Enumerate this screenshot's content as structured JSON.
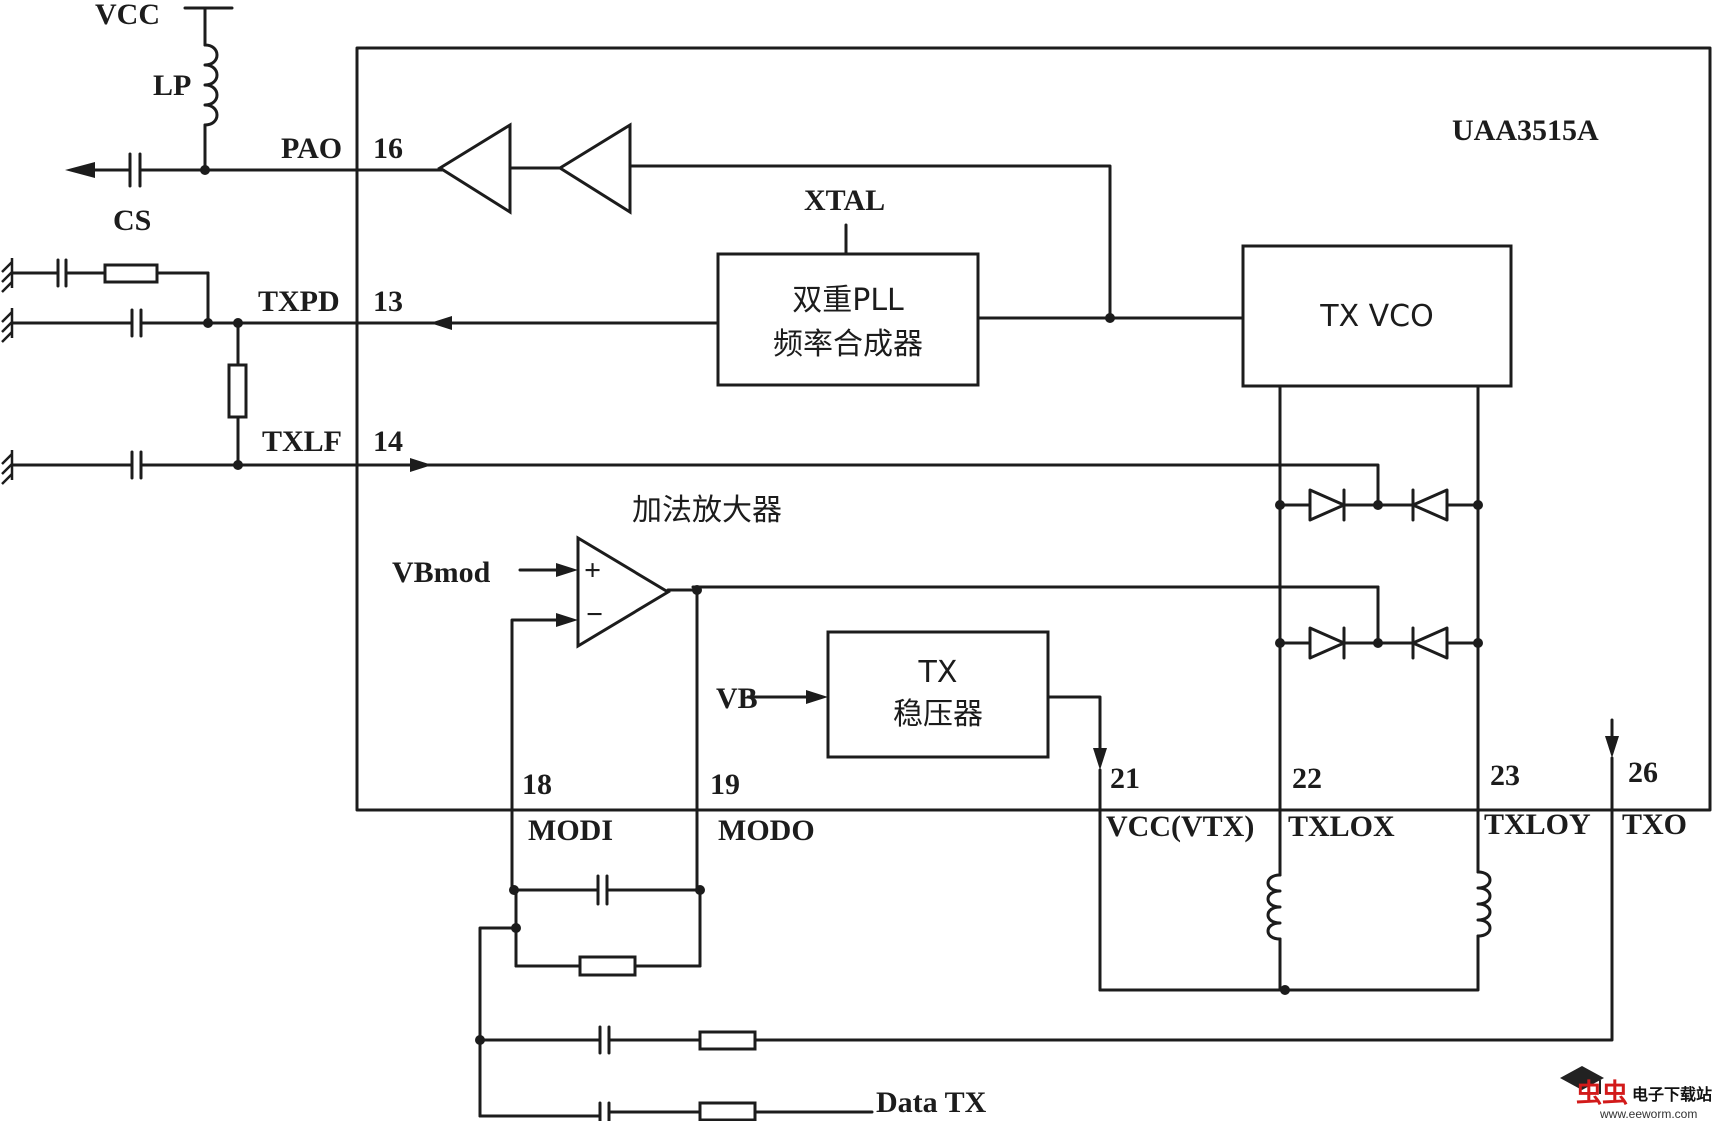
{
  "chip": {
    "name": "UAA3515A"
  },
  "supply": {
    "vcc": "VCC",
    "lp": "LP",
    "cs": "CS"
  },
  "pins": {
    "pao": {
      "name": "PAO",
      "num": "16"
    },
    "txpd": {
      "name": "TXPD",
      "num": "13"
    },
    "txlf": {
      "name": "TXLF",
      "num": "14"
    },
    "modi": {
      "name": "MODI",
      "num": "18"
    },
    "modo": {
      "name": "MODO",
      "num": "19"
    },
    "vcc_vtx": {
      "name": "VCC(VTX)",
      "num": "21"
    },
    "txlox": {
      "name": "TXLOX",
      "num": "22"
    },
    "txloy": {
      "name": "TXLOY",
      "num": "23"
    },
    "txo": {
      "name": "TXO",
      "num": "26"
    }
  },
  "blocks": {
    "xtal": "XTAL",
    "pll_line1": "双重PLL",
    "pll_line2": "频率合成器",
    "txvco": "TX VCO",
    "reg_line1": "TX",
    "reg_line2": "稳压器",
    "summing_amp": "加法放大器"
  },
  "signals": {
    "vbmod": "VBmod",
    "vb": "VB",
    "plus": "+",
    "minus": "−",
    "data_tx": "Data TX"
  },
  "watermark": {
    "brand": "虫虫",
    "site_name": "电子下载站",
    "url": "www.eeworm.com"
  }
}
